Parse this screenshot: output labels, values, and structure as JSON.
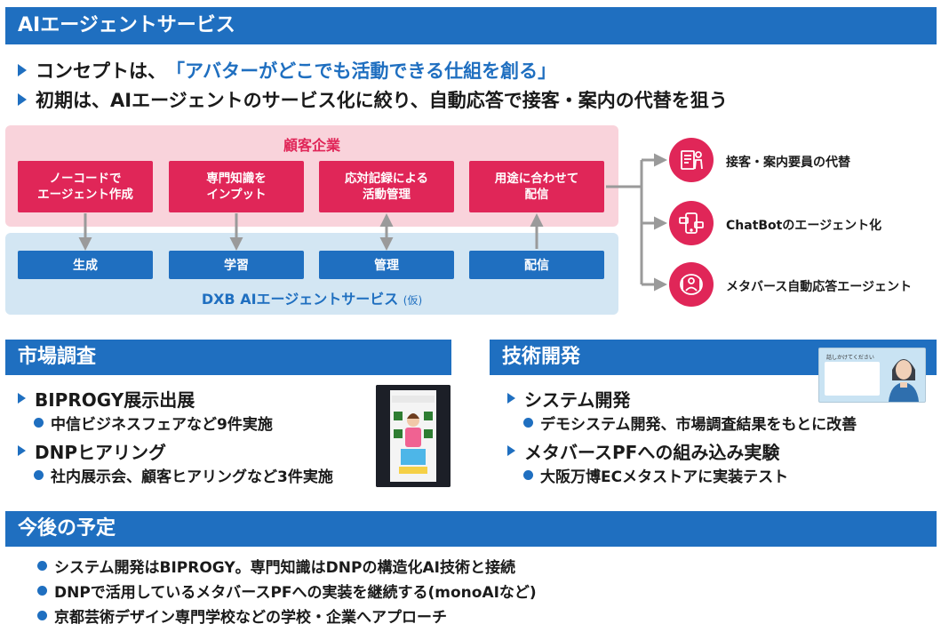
{
  "header": {
    "title": "AIエージェントサービス"
  },
  "concept": {
    "line1_prefix": "コンセプトは、",
    "line1_quote": "「アバターがどこでも活動できる仕組を創る」",
    "line2": "初期は、AIエージェントのサービス化に絞り、自動応答で接客・案内の代替を狙う"
  },
  "diagram": {
    "client_title": "顧客企業",
    "red_boxes": [
      "ノーコードで\nエージェント作成",
      "専門知識を\nインプット",
      "応対記録による\n活動管理",
      "用途に合わせて\n配信"
    ],
    "blue_boxes": [
      "生成",
      "学習",
      "管理",
      "配信"
    ],
    "service_title": "DXB AIエージェントサービス",
    "service_suffix": "(仮)",
    "use_cases": [
      {
        "label": "接客・案内要員の代替",
        "icon": "reception-icon"
      },
      {
        "label": "ChatBotのエージェント化",
        "icon": "chat-phone-icon"
      },
      {
        "label": "メタバース自動応答エージェント",
        "icon": "metaverse-icon"
      }
    ],
    "colors": {
      "pink_bg": "#f9d3db",
      "blue_bg": "#d3e6f3",
      "red": "#e02658",
      "blue": "#1f6fc0"
    }
  },
  "market": {
    "title": "市場調査",
    "items": [
      {
        "heading": "BIPROGY展示出展",
        "detail": "中信ビジネスフェアなど9件実施"
      },
      {
        "heading": "DNPヒアリング",
        "detail": "社内展示会、顧客ヒアリングなど3件実施"
      }
    ]
  },
  "tech": {
    "title": "技術開発",
    "screen_text": "話しかけてください",
    "items": [
      {
        "heading": "システム開発",
        "detail": "デモシステム開発、市場調査結果をもとに改善"
      },
      {
        "heading": "メタバースPFへの組み込み実験",
        "detail": "大阪万博ECメタストアに実装テスト"
      }
    ]
  },
  "future": {
    "title": "今後の予定",
    "items": [
      "システム開発はBIPROGY。専門知識はDNPの構造化AI技術と接続",
      "DNPで活用しているメタバースPFへの実装を継続する(monoAIなど)",
      "京都芸術デザイン専門学校などの学校・企業へアプローチ"
    ]
  }
}
